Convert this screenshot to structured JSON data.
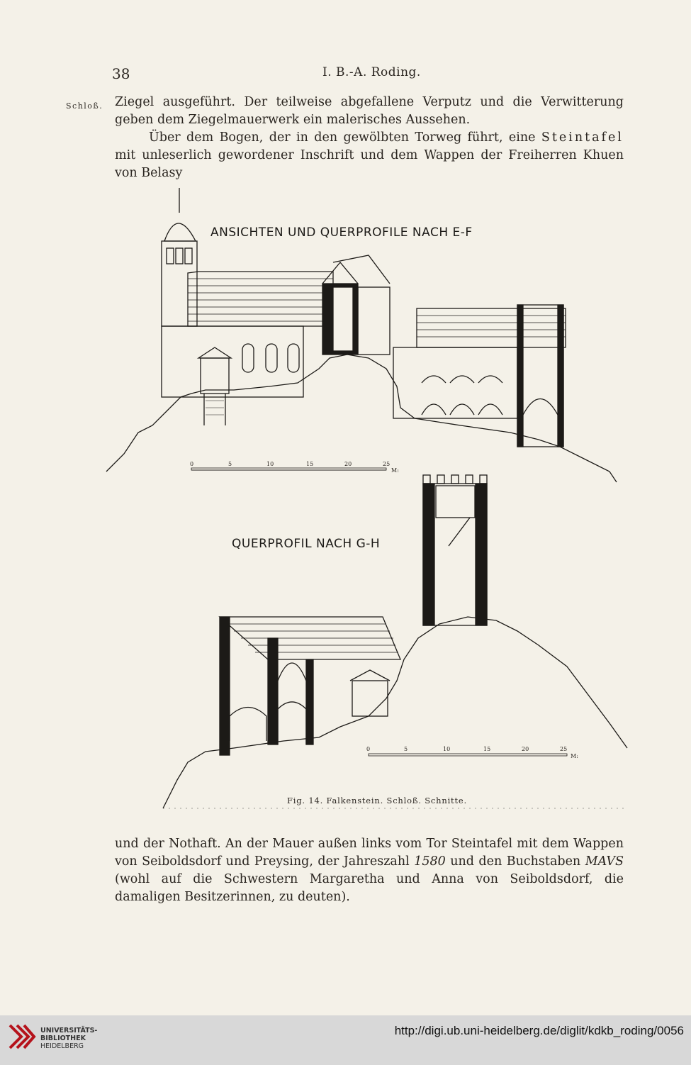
{
  "header": {
    "page_number": "38",
    "running_title": "I. B.-A. Roding."
  },
  "margin_note": "Schloß.",
  "text": {
    "p1": "Ziegel ausgeführt. Der teilweise abgefallene Verputz und die Verwitterung geben dem Ziegelmauerwerk ein malerisches Aussehen.",
    "p2_a": "Über dem Bogen, der in den gewölbten Torweg führt, eine ",
    "p2_spaced": "Steintafel",
    "p2_b": " mit unleserlich gewordener Inschrift und dem Wappen der Freiherren Khuen von Belasy",
    "p3_a": "und der Nothaft. An der Mauer außen links vom Tor Steintafel mit dem Wappen von Seiboldsdorf und Preysing, der Jahreszahl ",
    "p3_year": "1580",
    "p3_b": " und den Buchstaben ",
    "p3_letters": "MAVS",
    "p3_c": " (wohl auf die Schwestern Margaretha und Anna von Seiboldsdorf, die damaligen Besitzerinnen, zu deuten)."
  },
  "figure": {
    "title_top": "ANSICHTEN UND QUERPROFILE NACH E-F",
    "title_bottom": "QUERPROFIL NACH G-H",
    "caption": "Fig. 14. Falkenstein. Schloß. Schnitte.",
    "scale_labels": [
      "0",
      "5",
      "10",
      "15",
      "20",
      "25"
    ],
    "scale_unit": "M:"
  },
  "footer": {
    "logo_line1": "UNIVERSITÄTS-",
    "logo_line2": "BIBLIOTHEK",
    "logo_line3": "HEIDELBERG",
    "url": "http://digi.ub.uni-heidelberg.de/diglit/kdkb_roding/0056",
    "brand_color": "#b5121b"
  }
}
